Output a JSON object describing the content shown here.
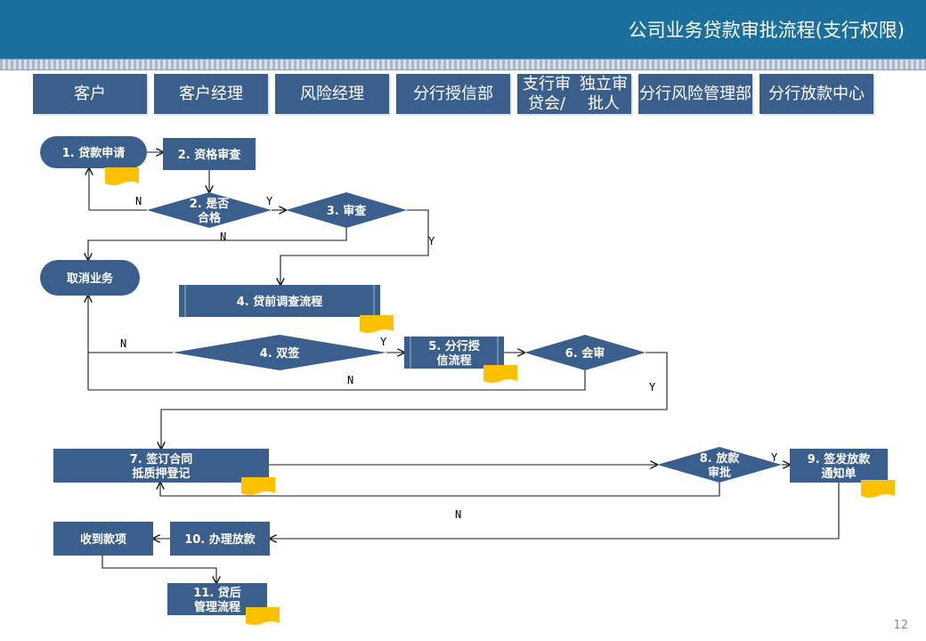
{
  "header": {
    "title": "公司业务贷款审批流程(支行权限)"
  },
  "lanes": [
    {
      "lines": [
        "客户"
      ]
    },
    {
      "lines": [
        "客户经理"
      ]
    },
    {
      "lines": [
        "风险经理"
      ]
    },
    {
      "lines": [
        "分行授信部"
      ]
    },
    {
      "lines": [
        "支行审贷会/",
        "独立审批人"
      ]
    },
    {
      "lines": [
        "分行风险",
        "管理部"
      ]
    },
    {
      "lines": [
        "分行",
        "放款中心"
      ]
    }
  ],
  "nodes": {
    "loan_application": [
      "1. 贷款申请"
    ],
    "qualification_review": [
      "2. 资格审查"
    ],
    "qualified_decision": [
      "2. 是否",
      "合格"
    ],
    "review_decision": [
      "3. 审查"
    ],
    "cancel_business": [
      "取消业务"
    ],
    "pre_loan_investigation": [
      "4. 贷前调查流程"
    ],
    "dual_signature": [
      "4. 双签"
    ],
    "branch_credit_process": [
      "5. 分行授",
      "信流程"
    ],
    "joint_review": [
      "6. 会审"
    ],
    "sign_contract": [
      "7. 签订合同",
      "抵质押登记"
    ],
    "disbursement_approval": [
      "8. 放款",
      "审批"
    ],
    "issue_disbursement_notice": [
      "9. 签发放款",
      "通知单"
    ],
    "process_disbursement": [
      "10. 办理放款"
    ],
    "receive_funds": [
      "收到款项"
    ],
    "post_loan_management": [
      "11. 贷后",
      "管理流程"
    ]
  },
  "edge_labels": {
    "yes": "Y",
    "no": "N"
  },
  "page_number": "12",
  "colors": {
    "header": "#1b6f9d",
    "node": "#3b5f8c",
    "sticky_note": "#ffc000",
    "connector": "#1a1a1a"
  }
}
